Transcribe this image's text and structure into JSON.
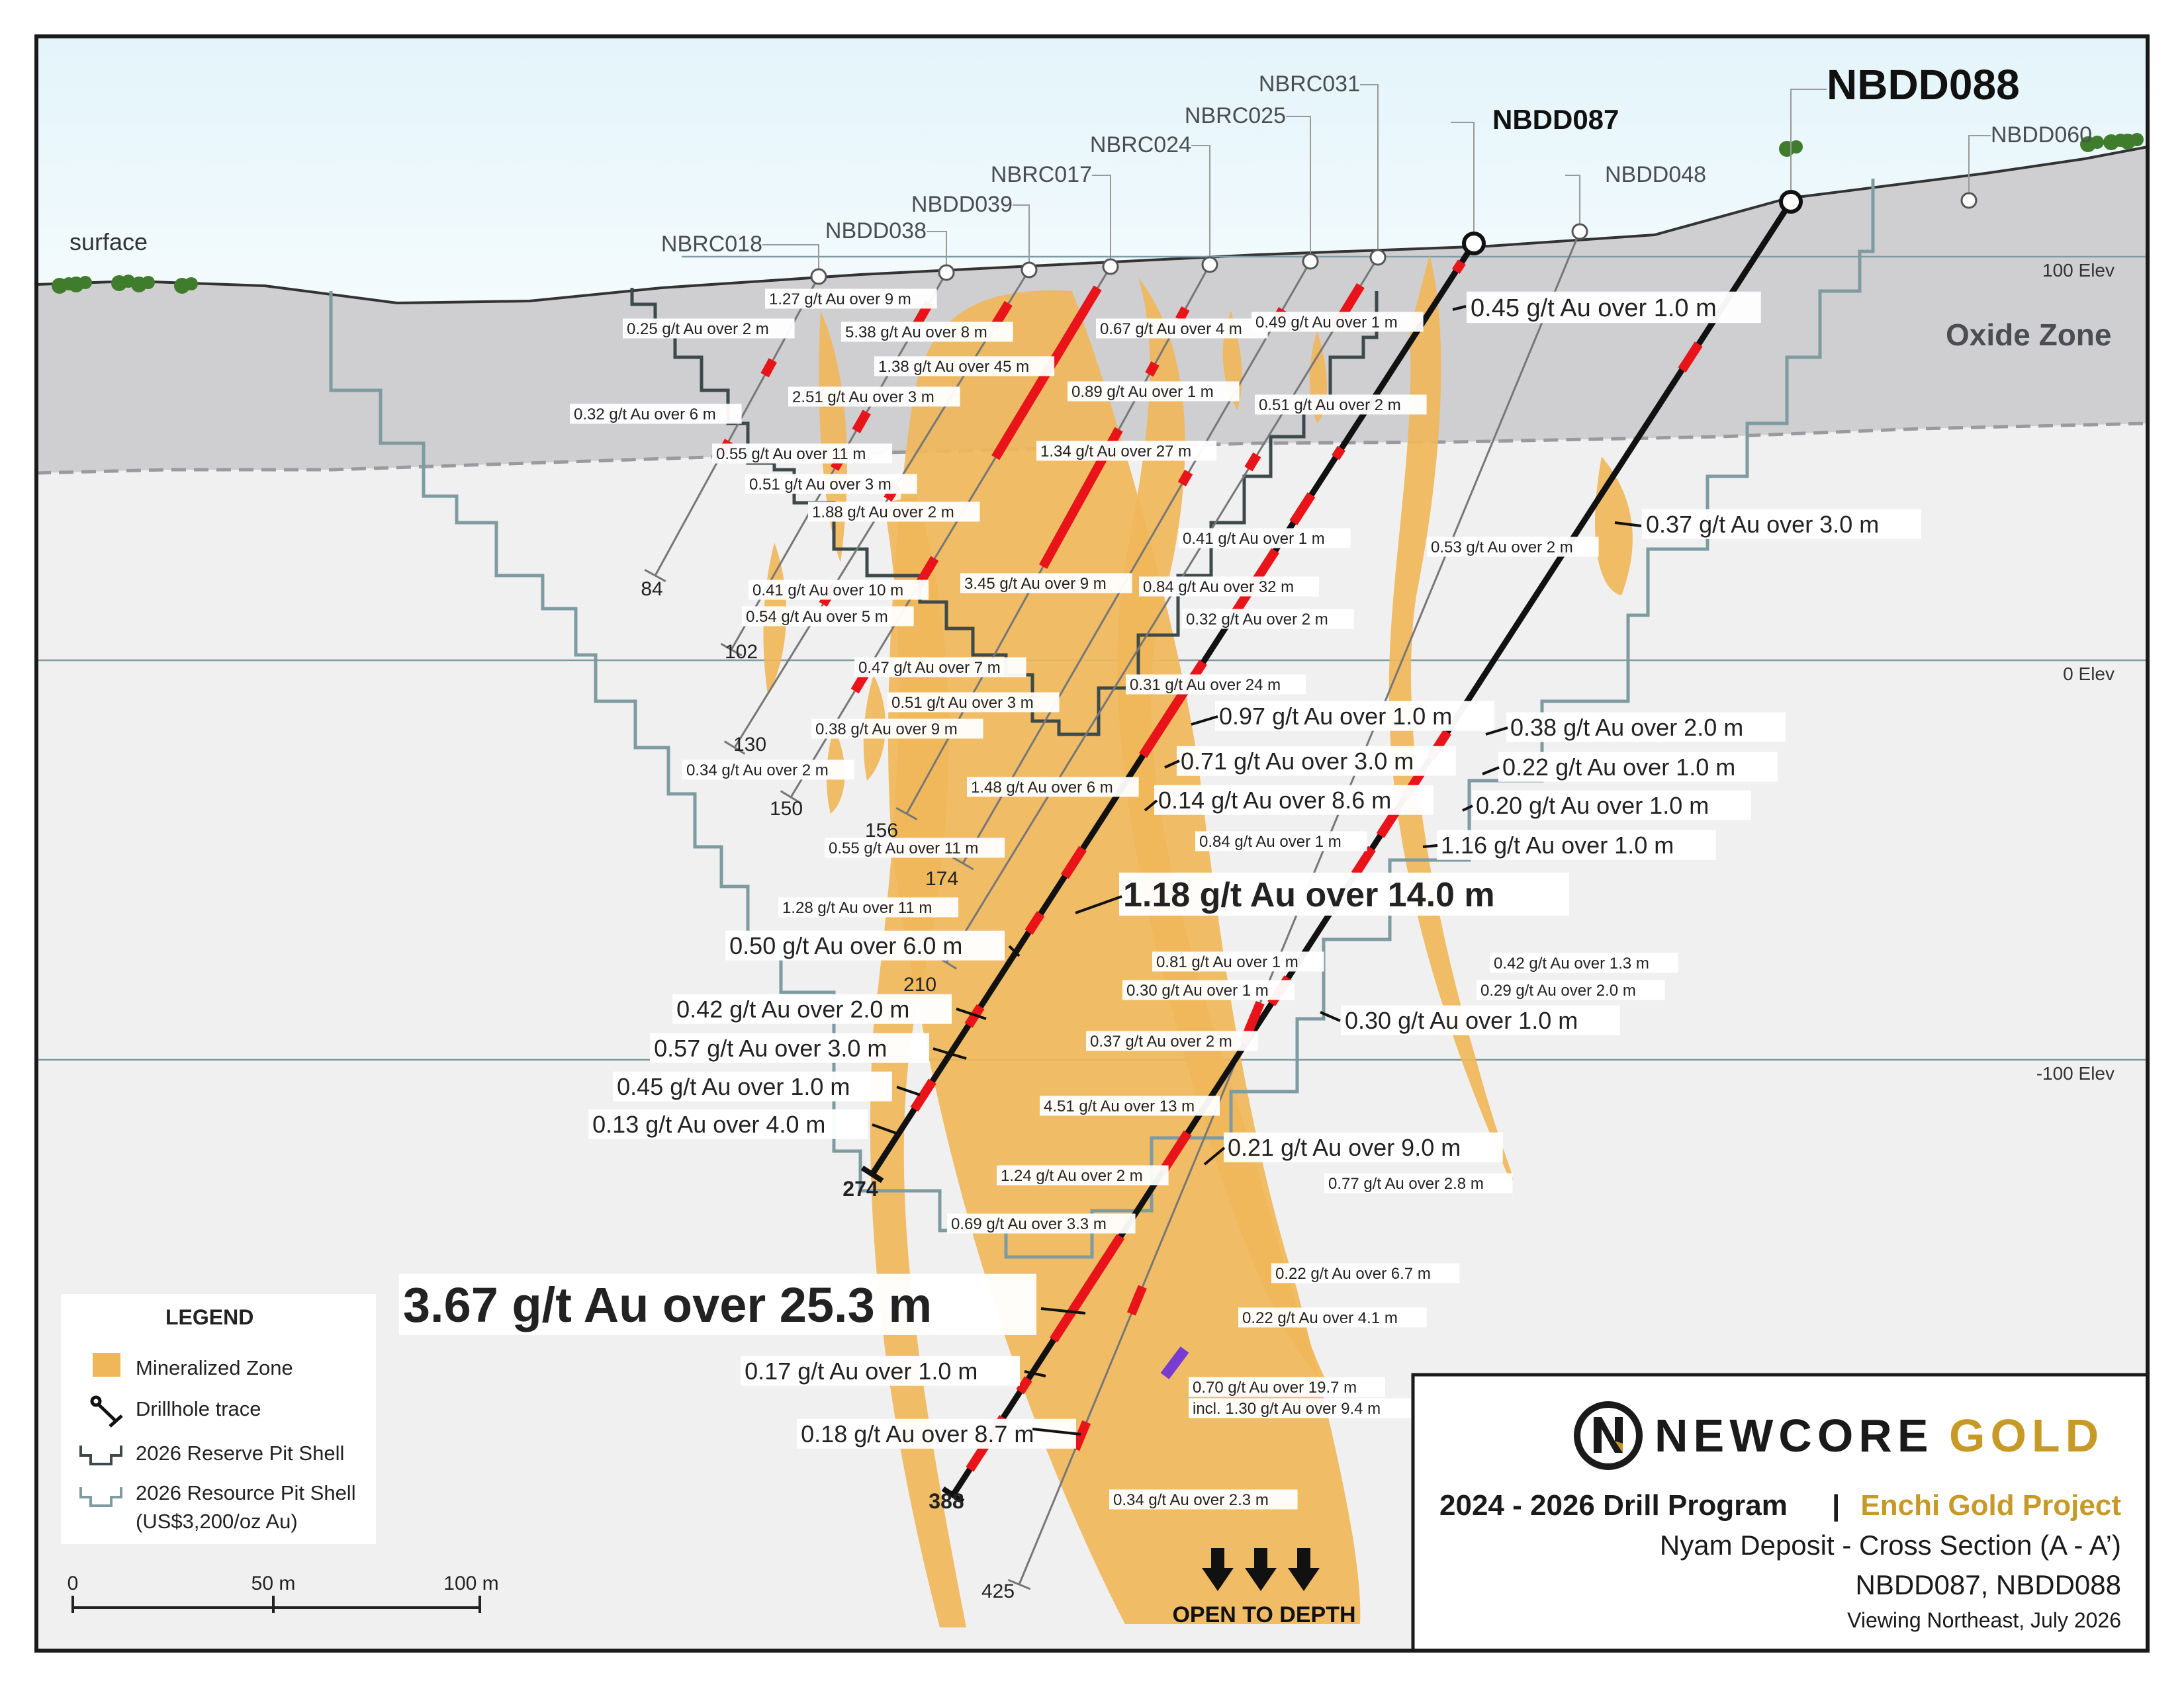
{
  "colors": {
    "mineral": "#f0b75a",
    "oxide": "#cfcfd1",
    "fresh": "#eeeeef",
    "sky": "#e8f6fb",
    "pit": "#7e9ba1",
    "pit_dark": "#3d4a4c",
    "intercept": "#e8141a",
    "highlight": "#7a3bd1",
    "gold": "#c79a28"
  },
  "labels": {
    "surface": "surface",
    "oxide_zone": "Oxide Zone",
    "open_to_depth": "OPEN TO DEPTH",
    "elevations": [
      {
        "text": "100 Elev"
      },
      {
        "text": "0 Elev"
      },
      {
        "text": "-100 Elev"
      }
    ]
  },
  "holes": [
    {
      "name": "NBRC018",
      "depth": "84"
    },
    {
      "name": "NBDD038",
      "depth": "102"
    },
    {
      "name": "NBDD039",
      "depth": "130"
    },
    {
      "name": "NBRC017",
      "depth": "150"
    },
    {
      "name": "NBRC024",
      "depth": "156"
    },
    {
      "name": "NBRC025",
      "depth": "174"
    },
    {
      "name": "NBRC031",
      "depth": "210"
    },
    {
      "name": "NBDD087",
      "depth": "274"
    },
    {
      "name": "NBDD048",
      "depth": "425"
    },
    {
      "name": "NBDD088",
      "depth": "388"
    },
    {
      "name": "NBDD060",
      "depth": ""
    }
  ],
  "intercepts": [
    "1.27 g/t Au over 9 m",
    "0.25 g/t Au over 2 m",
    "5.38 g/t Au over 8 m",
    "1.38 g/t Au over 45 m",
    "2.51 g/t Au over 3 m",
    "0.32 g/t Au over 6 m",
    "0.55 g/t Au over 11 m",
    "0.51 g/t Au over 3 m",
    "1.88 g/t Au over 2 m",
    "0.67 g/t Au over 4 m",
    "0.49 g/t Au over 1 m",
    "0.89 g/t Au over 1 m",
    "0.51 g/t Au over 2 m",
    "1.34 g/t Au over 27 m",
    "0.41 g/t Au over 1 m",
    "0.84 g/t Au over 32 m",
    "0.32 g/t Au over 2 m",
    "3.45 g/t Au over 9 m",
    "0.41 g/t Au over 10 m",
    "0.54 g/t Au over 5 m",
    "0.47 g/t Au over 7 m",
    "0.51 g/t Au over 3 m",
    "0.31 g/t Au over 24 m",
    "0.38 g/t Au over 9 m",
    "0.34 g/t Au over 2 m",
    "1.48 g/t Au over 6 m",
    "0.55 g/t Au over 11 m",
    "0.84 g/t Au over 1 m",
    "1.28 g/t Au over 11 m",
    "0.53 g/t Au over 2 m",
    "0.81 g/t Au over 1 m",
    "0.30 g/t Au over 1 m",
    "0.37 g/t Au over 2 m",
    "4.51 g/t Au over 13 m",
    "1.24 g/t Au over 2 m",
    "0.69 g/t Au over 3.3 m",
    "0.42 g/t Au over 1.3 m",
    "0.29 g/t Au over 2.0 m",
    "0.77 g/t Au over 2.8 m",
    "0.22 g/t Au over 6.7 m",
    "0.22 g/t Au over 4.1 m",
    "0.70 g/t Au over 19.7 m",
    "incl. 1.30 g/t Au over 9.4 m",
    "0.34 g/t Au over 2.3 m"
  ],
  "callouts_087": [
    "0.45 g/t Au over 1.0 m",
    "0.97 g/t Au over 1.0 m",
    "0.71 g/t Au over 3.0 m",
    "0.14 g/t Au over 8.6 m",
    "1.18 g/t Au over 14.0 m",
    "0.50 g/t Au over 6.0 m",
    "0.42 g/t Au over 2.0 m",
    "0.57 g/t Au over 3.0 m",
    "0.45 g/t Au over 1.0 m",
    "0.13 g/t Au over 4.0 m"
  ],
  "callouts_088": [
    "0.37 g/t Au over 3.0 m",
    "0.38 g/t Au over 2.0 m",
    "0.22 g/t Au over 1.0 m",
    "0.20 g/t Au over 1.0 m",
    "1.16 g/t Au over 1.0 m",
    "0.30 g/t Au over 1.0 m",
    "0.21 g/t Au over 9.0 m",
    "3.67 g/t Au over 25.3 m",
    "0.17 g/t Au over 1.0 m",
    "0.18 g/t Au over 8.7 m"
  ],
  "legend": {
    "title": "LEGEND",
    "mineralized": "Mineralized Zone",
    "drillhole": "Drillhole trace",
    "reserve": "2026 Reserve Pit Shell",
    "resource": "2026 Resource Pit Shell",
    "resource_note": "(US$3,200/oz Au)"
  },
  "scale": {
    "t0": "0",
    "t1": "50 m",
    "t2": "100 m"
  },
  "titlebox": {
    "brand_a": "NEWCORE",
    "brand_b": "GOLD",
    "program": "2024 - 2026 Drill Program",
    "sep": "|",
    "project": "Enchi Gold Project",
    "line2": "Nyam Deposit - Cross Section (A - A’)",
    "line3": "NBDD087, NBDD088",
    "line4": "Viewing Northeast, July 2026"
  }
}
